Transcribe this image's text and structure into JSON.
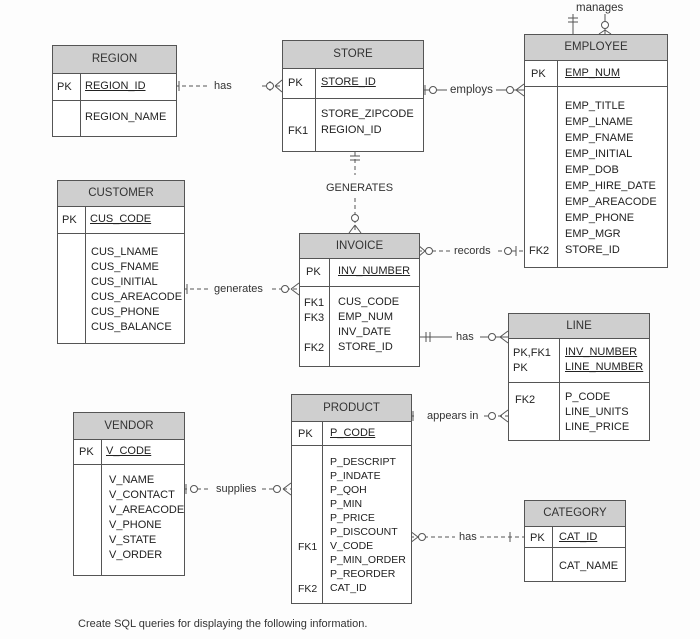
{
  "entities": {
    "region": {
      "name": "REGION",
      "pk_tag": "PK",
      "pk": "REGION_ID",
      "attrs": [
        "REGION_NAME"
      ]
    },
    "store": {
      "name": "STORE",
      "pk_tag": "PK",
      "pk": "STORE_ID",
      "fk_tag": "FK1",
      "attrs": [
        "STORE_ZIPCODE",
        "REGION_ID"
      ]
    },
    "employee": {
      "name": "EMPLOYEE",
      "pk_tag": "PK",
      "pk": "EMP_NUM",
      "fk_tag": "FK2",
      "attrs": [
        "EMP_TITLE",
        "EMP_LNAME",
        "EMP_FNAME",
        "EMP_INITIAL",
        "EMP_DOB",
        "EMP_HIRE_DATE",
        "EMP_AREACODE",
        "EMP_PHONE",
        "EMP_MGR",
        "STORE_ID"
      ]
    },
    "customer": {
      "name": "CUSTOMER",
      "pk_tag": "PK",
      "pk": "CUS_CODE",
      "attrs": [
        "CUS_LNAME",
        "CUS_FNAME",
        "CUS_INITIAL",
        "CUS_AREACODE",
        "CUS_PHONE",
        "CUS_BALANCE"
      ]
    },
    "invoice": {
      "name": "INVOICE",
      "pk_tag": "PK",
      "pk": "INV_NUMBER",
      "fk_tags": [
        "FK1",
        "FK3",
        "",
        "FK2"
      ],
      "attrs": [
        "CUS_CODE",
        "EMP_NUM",
        "INV_DATE",
        "STORE_ID"
      ]
    },
    "line": {
      "name": "LINE",
      "pk_tags": [
        "PK,FK1",
        "PK"
      ],
      "pks": [
        "INV_NUMBER",
        "LINE_NUMBER"
      ],
      "fk_tag": "FK2",
      "attrs": [
        "P_CODE",
        "LINE_UNITS",
        "LINE_PRICE"
      ]
    },
    "vendor": {
      "name": "VENDOR",
      "pk_tag": "PK",
      "pk": "V_CODE",
      "attrs": [
        "V_NAME",
        "V_CONTACT",
        "V_AREACODE",
        "V_PHONE",
        "V_STATE",
        "V_ORDER"
      ]
    },
    "product": {
      "name": "PRODUCT",
      "pk_tag": "PK",
      "pk": "P_CODE",
      "fk_tags": [
        "FK1",
        "FK2"
      ],
      "attrs": [
        "P_DESCRIPT",
        "P_INDATE",
        "P_QOH",
        "P_MIN",
        "P_PRICE",
        "P_DISCOUNT",
        "V_CODE",
        "P_MIN_ORDER",
        "P_REORDER",
        "CAT_ID"
      ]
    },
    "category": {
      "name": "CATEGORY",
      "pk_tag": "PK",
      "pk": "CAT_ID",
      "attrs": [
        "CAT_NAME"
      ]
    }
  },
  "relationships": {
    "region_store": "has",
    "store_employee": "employs",
    "employee_self": "manages",
    "store_invoice": "GENERATES",
    "employee_invoice": "records",
    "customer_invoice": "generates",
    "invoice_line": "has",
    "product_line": "appears in",
    "vendor_product": "supplies",
    "category_product": "has"
  },
  "footer": "Create SQL queries for displaying the following information."
}
